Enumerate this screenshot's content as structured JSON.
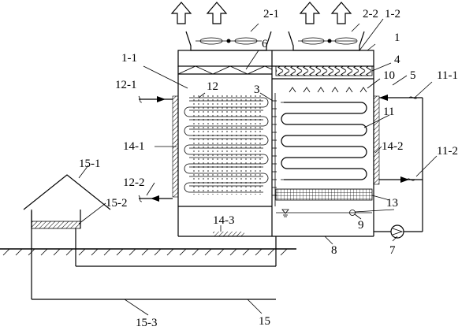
{
  "labels": {
    "l_2_1": "2-1",
    "l_2_2": "2-2",
    "l_1_2": "1-2",
    "l_1": "1",
    "l_6": "6",
    "l_1_1": "1-1",
    "l_4": "4",
    "l_10": "10",
    "l_5": "5",
    "l_11_1": "11-1",
    "l_12_1": "12-1",
    "l_12": "12",
    "l_3": "3",
    "l_11": "11",
    "l_14_1": "14-1",
    "l_14_2": "14-2",
    "l_11_2": "11-2",
    "l_15_1": "15-1",
    "l_12_2": "12-2",
    "l_13": "13",
    "l_15_2": "15-2",
    "l_9": "9",
    "l_14_3": "14-3",
    "l_7": "7",
    "l_8": "8",
    "l_15_3": "15-3",
    "l_15": "15"
  }
}
